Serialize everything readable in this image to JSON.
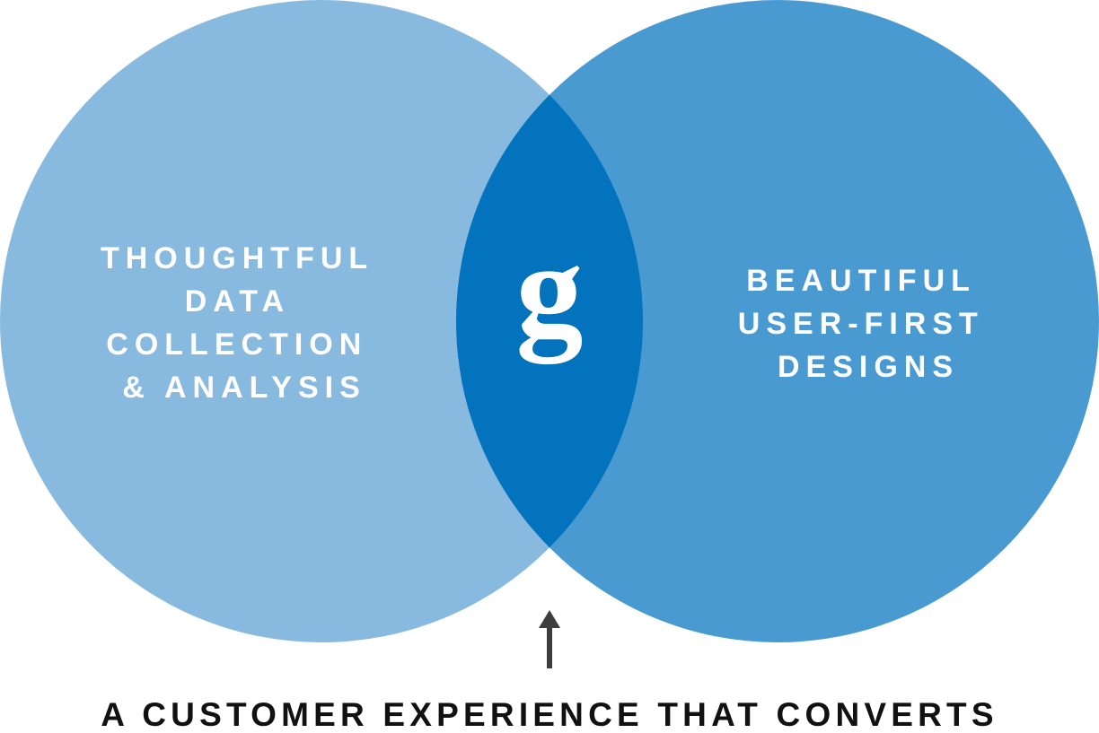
{
  "left_circle": {
    "lines": [
      "THOUGHTFUL",
      "DATA",
      "COLLECTION",
      "& ANALYSIS"
    ],
    "color": "#88bae0"
  },
  "right_circle": {
    "lines": [
      "BEAUTIFUL",
      "USER-FIRST",
      "DESIGNS"
    ],
    "color": "#4a9ad2"
  },
  "intersection": {
    "logo_text": "g",
    "color": "#0473bd"
  },
  "arrow": {
    "icon": "up-arrow-icon",
    "color": "#3d3d3d"
  },
  "caption": "A CUSTOMER EXPERIENCE THAT CONVERTS"
}
